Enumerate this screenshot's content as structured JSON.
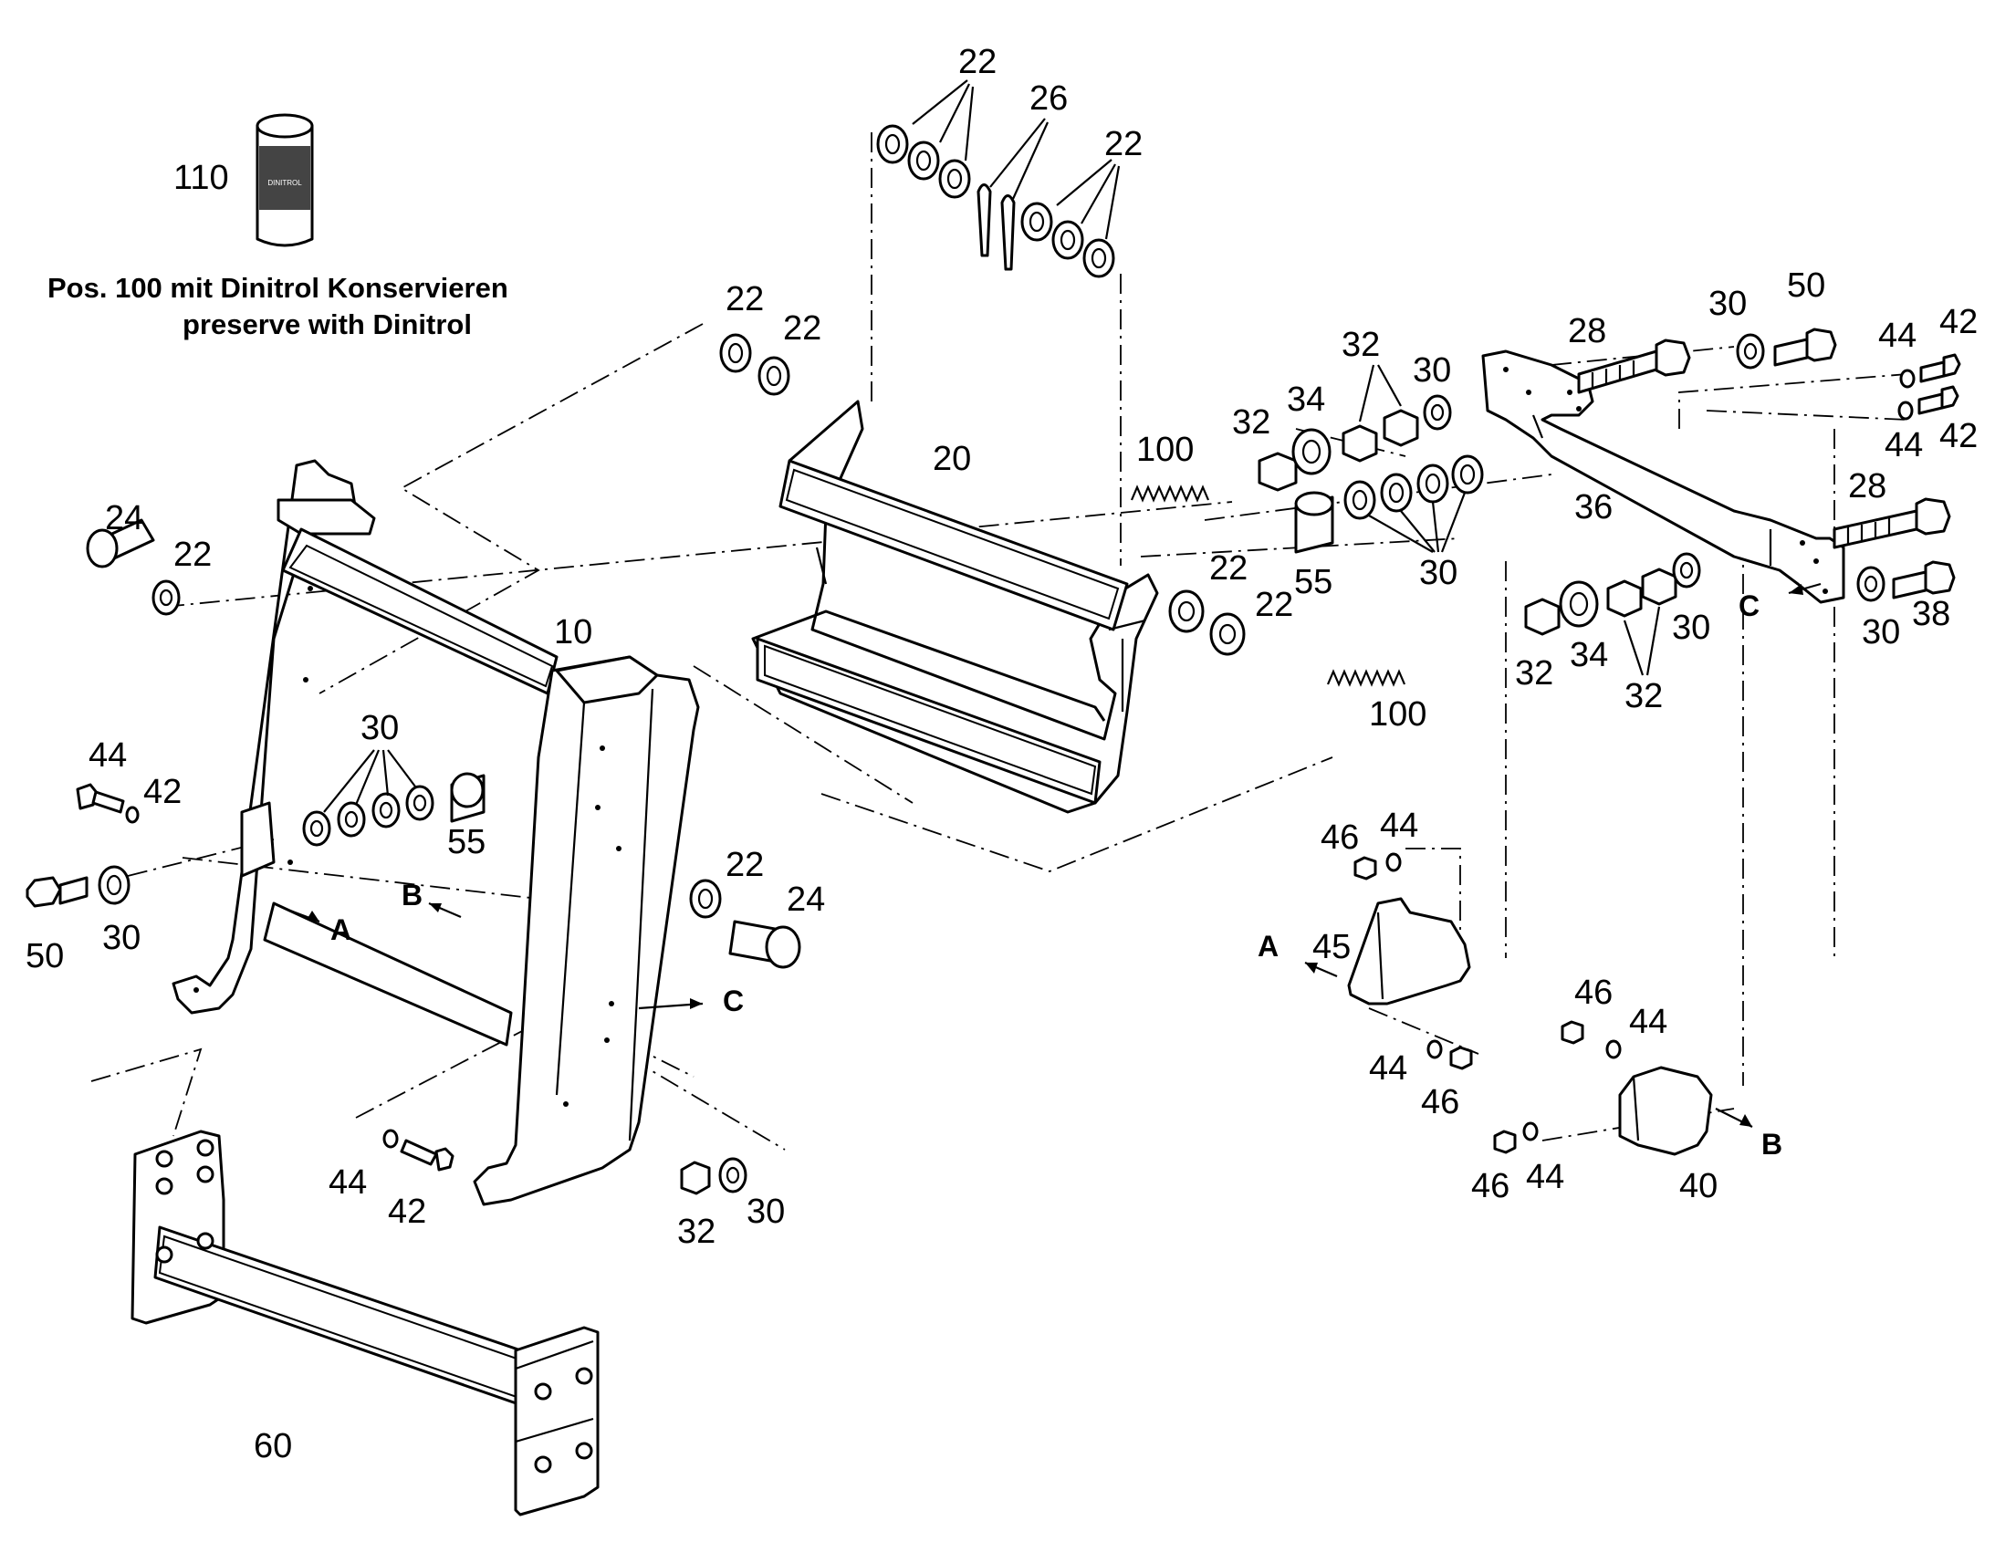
{
  "note": {
    "line1": "Pos. 100 mit Dinitrol Konservieren",
    "line2": "preserve with Dinitrol"
  },
  "labels": {
    "p110": "110",
    "p22a": "22",
    "p26": "26",
    "p22b": "22",
    "p22c": "22",
    "p22d": "22",
    "p20": "20",
    "p100a": "100",
    "p32a": "32",
    "p34a": "34",
    "p32b": "32",
    "p30a": "30",
    "p55a": "55",
    "p30b": "30",
    "p22e": "22",
    "p22f": "22",
    "p28a": "28",
    "p30c": "30",
    "p50a": "50",
    "p44a": "44",
    "p42a": "42",
    "p44b": "44",
    "p42b": "42",
    "p36": "36",
    "p28b": "28",
    "p30d": "30",
    "p38": "38",
    "p32c": "32",
    "p34b": "34",
    "p32d": "32",
    "p30e": "30",
    "p100b": "100",
    "p24a": "24",
    "p22g": "22",
    "p10": "10",
    "p30f": "30",
    "p55b": "55",
    "p44c": "44",
    "p42c": "42",
    "p50b": "50",
    "p30g": "30",
    "p22h": "22",
    "p24b": "24",
    "p44d": "44",
    "p42d": "42",
    "p32e": "32",
    "p30h": "30",
    "p46a": "46",
    "p44e": "44",
    "p45": "45",
    "p44f": "44",
    "p46b": "46",
    "p46c": "46",
    "p44g": "44",
    "p46d": "46",
    "p44h": "44",
    "p40": "40",
    "p60": "60"
  },
  "view_markers": {
    "a1": "A",
    "b1": "B",
    "c1": "C",
    "a2": "A",
    "b2": "B",
    "c2": "C"
  },
  "can_label": "DINITROL"
}
